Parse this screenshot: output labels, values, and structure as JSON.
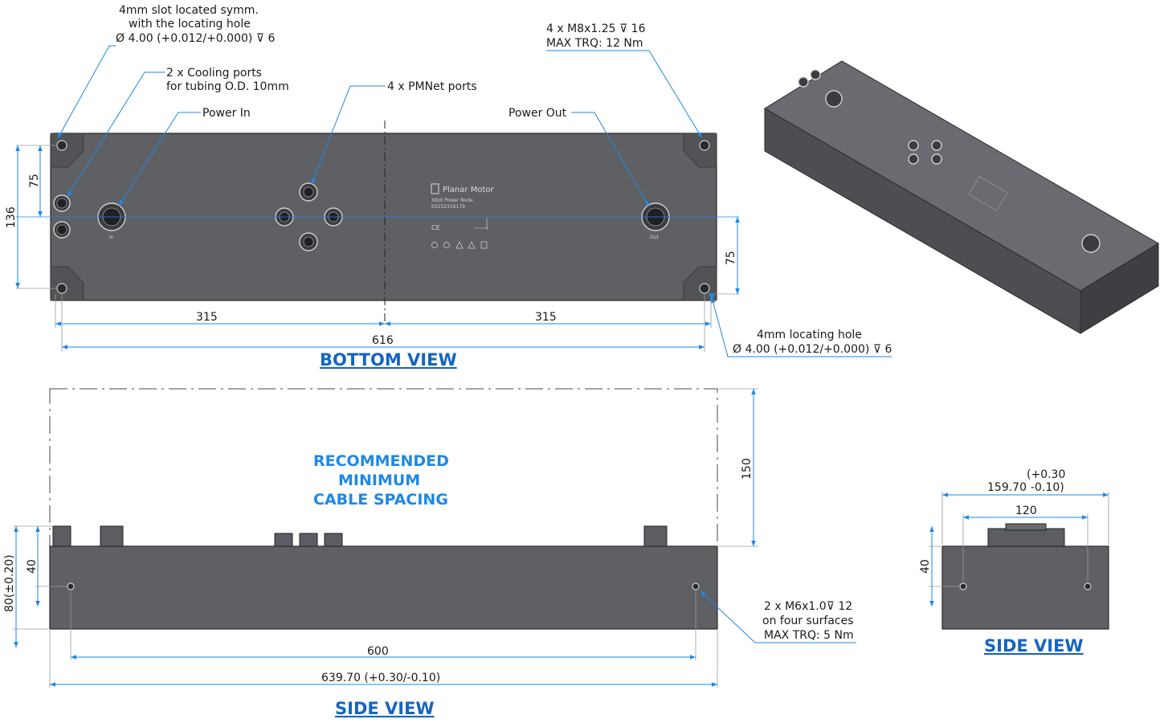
{
  "views": {
    "bottom": "BOTTOM VIEW",
    "side_long": "SIDE VIEW",
    "side_short": "SIDE VIEW"
  },
  "callouts": {
    "slot": [
      "4mm slot located symm.",
      "with the locating hole",
      "Ø 4.00 (+0.012/+0.000) ⊽ 6"
    ],
    "cooling": [
      "2 x Cooling ports",
      "for tubing O.D. 10mm"
    ],
    "power_in": "Power In",
    "pmnet": "4 x PMNet ports",
    "power_out": "Power Out",
    "mount_thread": [
      "4 x M8x1.25 ⊽ 16",
      "MAX TRQ: 12 Nm"
    ],
    "locating_hole": [
      "4mm locating hole",
      "Ø  4.00 (+0.012/+0.000) ⊽ 6"
    ],
    "side_thread": [
      "2 x M6x1.0⊽ 12",
      "on four surfaces",
      "MAX TRQ: 5 Nm"
    ],
    "cable_spacing": [
      "RECOMMENDED",
      "MINIMUM",
      "CABLE SPACING"
    ]
  },
  "dimensions": {
    "half_left": "315",
    "half_right": "315",
    "overall_holes": "616",
    "height_136": "136",
    "offset_75_left": "75",
    "offset_75_right": "75",
    "cable_150": "150",
    "height_80": "80(±0.20)",
    "side_40": "40",
    "thread_span_600": "600",
    "length_overall": "639.70 (+0.30/-0.10)",
    "width_overall": "159.70",
    "width_tol_upper": "(+0.30",
    "width_tol_lower": "-0.10)",
    "width_inner_120": "120",
    "side_short_40": "40"
  },
  "product_label": {
    "brand": "Planar Motor",
    "model": "XBot Power Node",
    "serial": "E0232316179",
    "port_in": "In",
    "port_out": "Out"
  },
  "colors": {
    "dimension_line": "#1e88e5",
    "title": "#1565c0",
    "housing": "#5f6064"
  }
}
